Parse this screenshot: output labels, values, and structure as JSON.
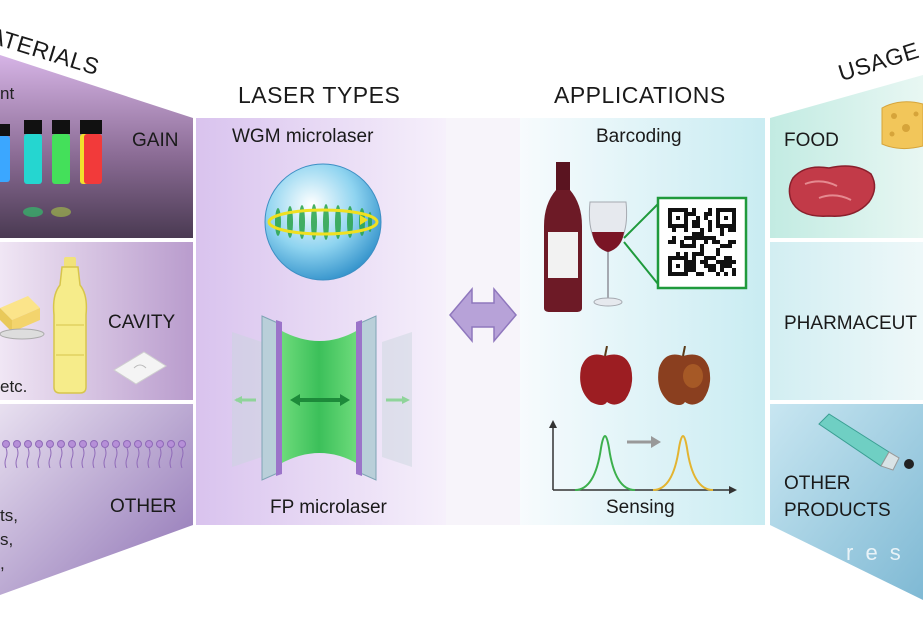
{
  "headings": {
    "materials": "ATERIALS",
    "laser_types": "LASER TYPES",
    "applications": "APPLICATIONS",
    "usage": "USAGE"
  },
  "materials": {
    "gain_label": "GAIN",
    "gain_fragment": "nt",
    "cavity_label": "CAVITY",
    "cavity_fragment": "etc.",
    "other_label": "OTHER",
    "other_fragments": [
      "ts,",
      "s,",
      ","
    ]
  },
  "laser_types": {
    "wgm_label": "WGM microlaser",
    "fp_label": "FP microlaser"
  },
  "applications": {
    "barcoding_label": "Barcoding",
    "sensing_label": "Sensing"
  },
  "usage": {
    "food_label": "FOOD",
    "pharma_label": "PHARMACEUT",
    "other_products_line1": "OTHER",
    "other_products_line2": "PRODUCTS",
    "watermark": "r e s"
  },
  "colors": {
    "materials_top": "#c9a6df",
    "laser_panel": "#e6d6f2",
    "applications_panel": "#d8f1f5",
    "usage_panel": "#d6f0f0",
    "arrow": "#b7a2d8",
    "beam_green": "#2e9a4a"
  },
  "icons": [
    "vials-icon",
    "butter-icon",
    "oil-bottle-icon",
    "powder-icon",
    "lipid-membrane-icon",
    "wgm-sphere-icon",
    "fp-cavity-icon",
    "double-arrow-icon",
    "wine-bottle-icon",
    "wine-glass-icon",
    "qr-code-icon",
    "apple-icon",
    "peak-shift-icon",
    "cheese-icon",
    "steak-icon",
    "ointment-tube-icon"
  ]
}
